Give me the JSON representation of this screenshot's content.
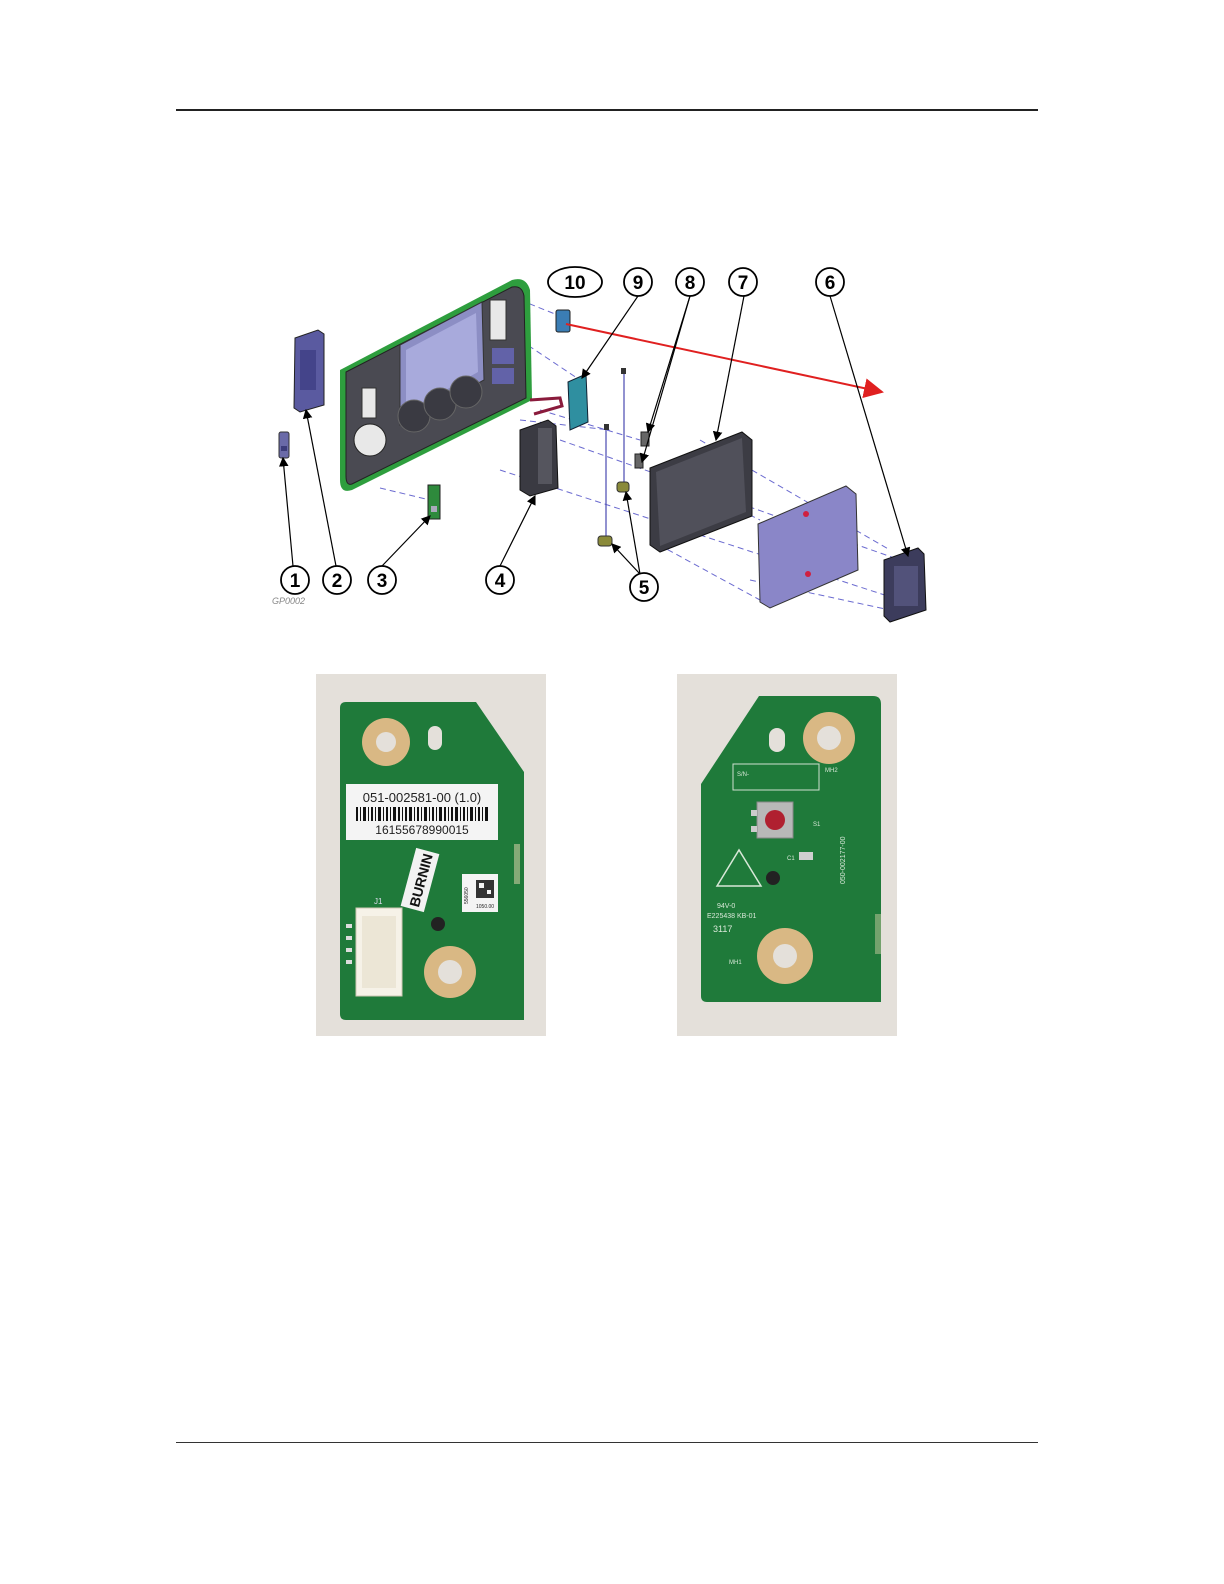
{
  "figure": {
    "callouts": [
      "1",
      "2",
      "3",
      "4",
      "5",
      "6",
      "7",
      "8",
      "9",
      "10"
    ],
    "figure_id": "GP0002"
  },
  "photo_front": {
    "label_part_number": "051-002581-00 (1.0)",
    "label_serial": "16155678990015",
    "sticker": "BURNIN",
    "connector_ref": "J1",
    "qr_text_1": "556050",
    "qr_text_2": "1050.00"
  },
  "photo_back": {
    "serial_box": "S/N-",
    "mh2": "MH2",
    "switch_ref": "S1",
    "cap_ref": "C1",
    "board_code": "050-002177-00",
    "rating": "94V-0",
    "ul_code": "E225438 KB-01",
    "date_code": "3117",
    "mh1": "MH1"
  },
  "colors": {
    "pcb_green": "#1f7a3a",
    "arrow_red": "#e02020",
    "frame_green": "#2e9e3e",
    "part_purple": "#7b78b8"
  }
}
